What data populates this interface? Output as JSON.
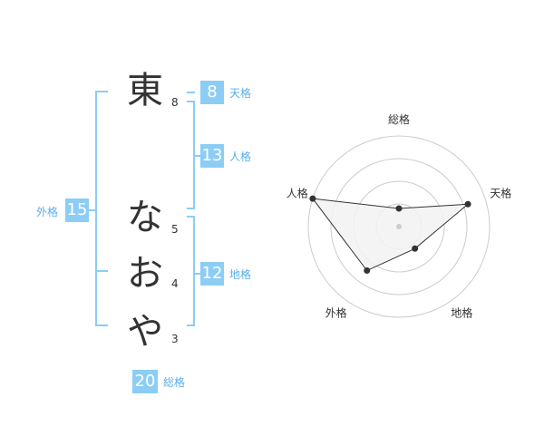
{
  "name": {
    "chars": [
      "東",
      "な",
      "お",
      "や"
    ],
    "strokes": [
      "8",
      "5",
      "4",
      "3"
    ]
  },
  "fortune": {
    "tenkaku": {
      "label": "天格",
      "value": "8"
    },
    "jinkaku": {
      "label": "人格",
      "value": "13"
    },
    "chikaku": {
      "label": "地格",
      "value": "12"
    },
    "gaikaku": {
      "label": "外格",
      "value": "15"
    },
    "soukaku": {
      "label": "総格",
      "value": "20"
    }
  },
  "chart_data": {
    "type": "radar",
    "axes": [
      "総格",
      "天格",
      "地格",
      "外格",
      "人格"
    ],
    "values": [
      0.2,
      0.8,
      0.3,
      0.6,
      1.0
    ],
    "max": 1.0,
    "rings": 4,
    "colors": {
      "fill": "#f2f2f2",
      "line": "#333333",
      "ring": "#cccccc",
      "point": "#333333"
    }
  }
}
